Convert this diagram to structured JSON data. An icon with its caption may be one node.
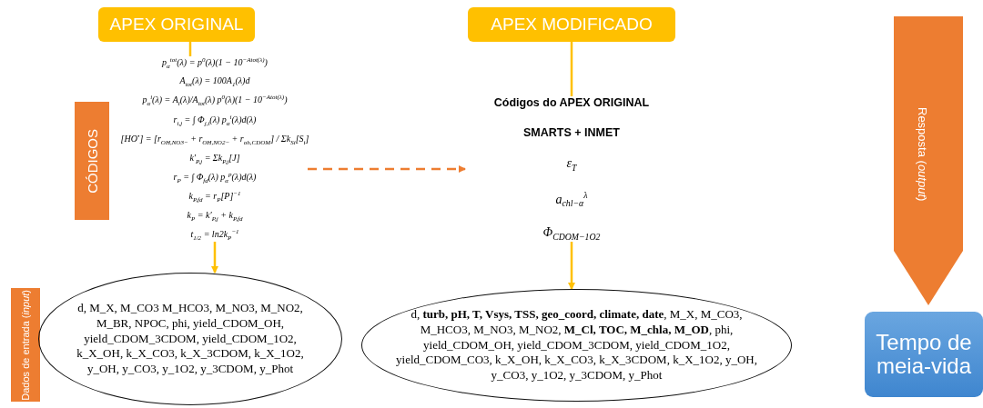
{
  "diagram": {
    "nodes": [
      {
        "text": [
          "APEX ORIGINAL"
        ]
      },
      {
        "text": [
          "APEX MODIFICADO"
        ]
      },
      {
        "text": [
          "Resposta (*output*)"
        ]
      },
      {
        "text": [
          "p$_{α}$$^{tot}$(λ) = p$^{0}$(λ)(1 − 10$^{−Atot(λ)}$)",
          "A$_{tot}$(λ) = 100A$_{1}$(λ)d",
          "p$_{α}$$^{i}$(λ) = A$_{i}$(λ)/A$_{tot}$(λ) p$^{0}$(λ)(1 − 10$^{−Atot(λ)}$)",
          "r$_{i,j}$ = ∫ Φ$_{j,i}$(λ) p$_{α}$$^{i}$(λ)d(λ)",
          "[HO$^{•}$] = [r$_{OH,NO3−}$ + r$_{OH,NO2−}$ + r$_{oh,CDOM}$] / Σk$_{Si}$[S$_{i}$]",
          "k′$_{P,j}$ = Σk$_{P,j}$[J]",
          "r$_{P}$ = ∫ Φ$_{fd}$(λ) p$_{α}$$^{p}$(λ)d(λ)",
          "k$_{P,fd}$ = r$_{P}$[P]$^{−1}$",
          "k$_{P}$ = k′$_{P,j}$ + k$_{P,fd}$",
          "t$_{1/2}$ = ln2k$_{P}$$^{−1}$"
        ]
      },
      {
        "text": [
          "CÓDIGOS"
        ]
      },
      {
        "text": [
          "Códigos do APEX ORIGINAL",
          "SMARTS + INMET",
          "ε$_{T}$",
          "a$_{chl−α}$$^{λ}$",
          "Φ$_{CDOM−1O2}$"
        ]
      },
      {
        "text": [
          "Dados de entrada (*input*)"
        ]
      },
      {
        "text": [
          "d, M_X, M_CO3 M_HCO3, M_NO3, M_NO2, M_BR, NPOC, phi, yield_CDOM_OH, yield_CDOM_3CDOM, yield_CDOM_1O2, k_X_OH, k_X_CO3, k_X_3CDOM, k_X_1O2, y_OH, y_CO3, y_1O2, y_3CDOM, y_Phot"
        ]
      },
      {
        "text": [
          "d, **turb, pH, T, Vsys, TSS, geo_coord, climate, date**, M_X, M_CO3, M_HCO3, M_NO3, M_NO2, **M_Cl, TOC, M_chla, M_OD**, phi, yield_CDOM_OH, yield_CDOM_3CDOM, yield_CDOM_1O2, yield_CDOM_CO3, k_X_OH, k_X_CO3, k_X_3CDOM, k_X_1O2, y_OH, y_CO3, y_1O2, y_3CDOM, y_Phot"
        ]
      },
      {
        "text": [
          "Tempo de meia-vida"
        ]
      }
    ],
    "edges": [
      {
        "from": 0,
        "to": 3,
        "arrow": "none"
      },
      {
        "from": 3,
        "to": 7,
        "arrow": "to"
      },
      {
        "from": 3,
        "to": 5,
        "arrow": "to",
        "style": "dashed",
        "color": "#ed7d31"
      },
      {
        "from": 1,
        "to": 5,
        "arrow": "none"
      },
      {
        "from": 5,
        "to": 8,
        "arrow": "to"
      }
    ]
  }
}
